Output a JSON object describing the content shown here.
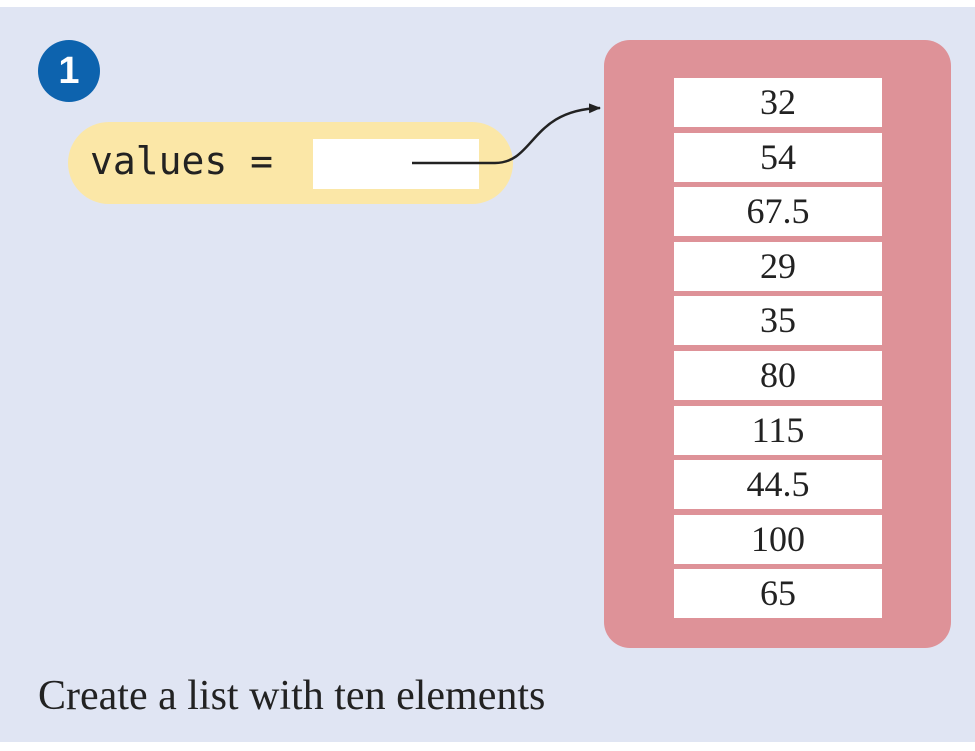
{
  "step": {
    "number": "1",
    "color": "#0d63ae"
  },
  "variable": {
    "name": "values",
    "assignment_text": "values ="
  },
  "list": {
    "element_count": 10,
    "elements": [
      "32",
      "54",
      "67.5",
      "29",
      "35",
      "80",
      "115",
      "44.5",
      "100",
      "65"
    ],
    "container_color": "#de9298"
  },
  "caption": "Create a list with ten elements",
  "colors": {
    "background": "#e0e5f3",
    "variable_highlight": "#fbe7a7",
    "arrow": "#222222"
  }
}
